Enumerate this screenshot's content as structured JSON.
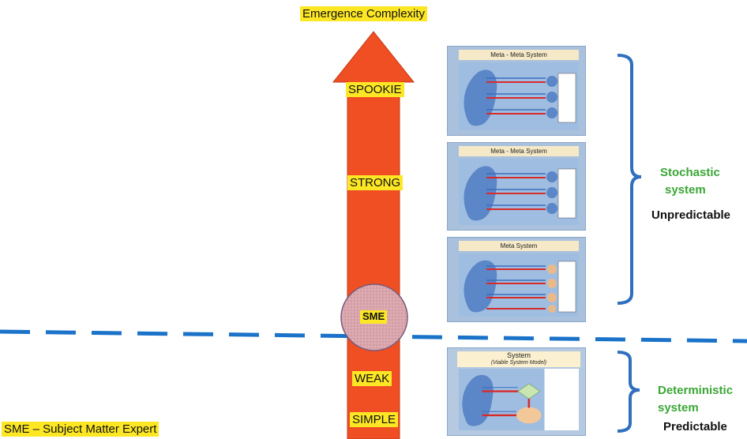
{
  "title": "Emergence Complexity",
  "levels": {
    "spookie": "SPOOKIE",
    "strong": "STRONG",
    "sme": "SME",
    "weak": "WEAK",
    "simple": "SIMPLE"
  },
  "caption": "SME – Subject Matter Expert",
  "panels": [
    {
      "title": "Meta - Meta System"
    },
    {
      "title": "Meta - Meta System"
    },
    {
      "title": "Meta System"
    },
    {
      "title": "System",
      "subtitle": "(Viable System Model)"
    }
  ],
  "groups": {
    "stochastic": {
      "line1": "Stochastic",
      "line2": "system",
      "note": "Unpredictable"
    },
    "deterministic": {
      "line1": "Deterministic",
      "line2": "system",
      "note": "Predictable"
    }
  },
  "colors": {
    "arrow": "#f04e23",
    "highlight": "#fde725",
    "dashed_line": "#1a73c9",
    "bracket": "#2f6fbe",
    "green_label": "#3aa635"
  }
}
